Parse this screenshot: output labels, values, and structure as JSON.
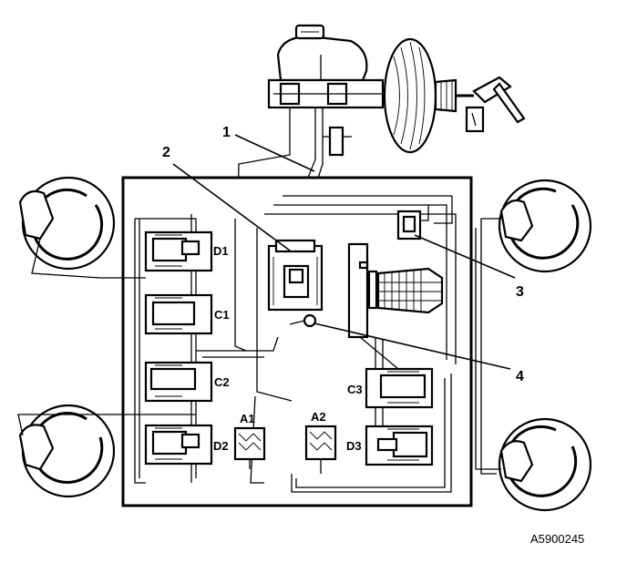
{
  "callouts": [
    "1",
    "2",
    "3",
    "4"
  ],
  "valves": {
    "d1": "D1",
    "c1": "C1",
    "c2": "C2",
    "d2": "D2",
    "c3": "C3",
    "d3": "D3"
  },
  "accumulators": {
    "a1": "A1",
    "a2": "A2"
  },
  "figure_code": "A5900245"
}
